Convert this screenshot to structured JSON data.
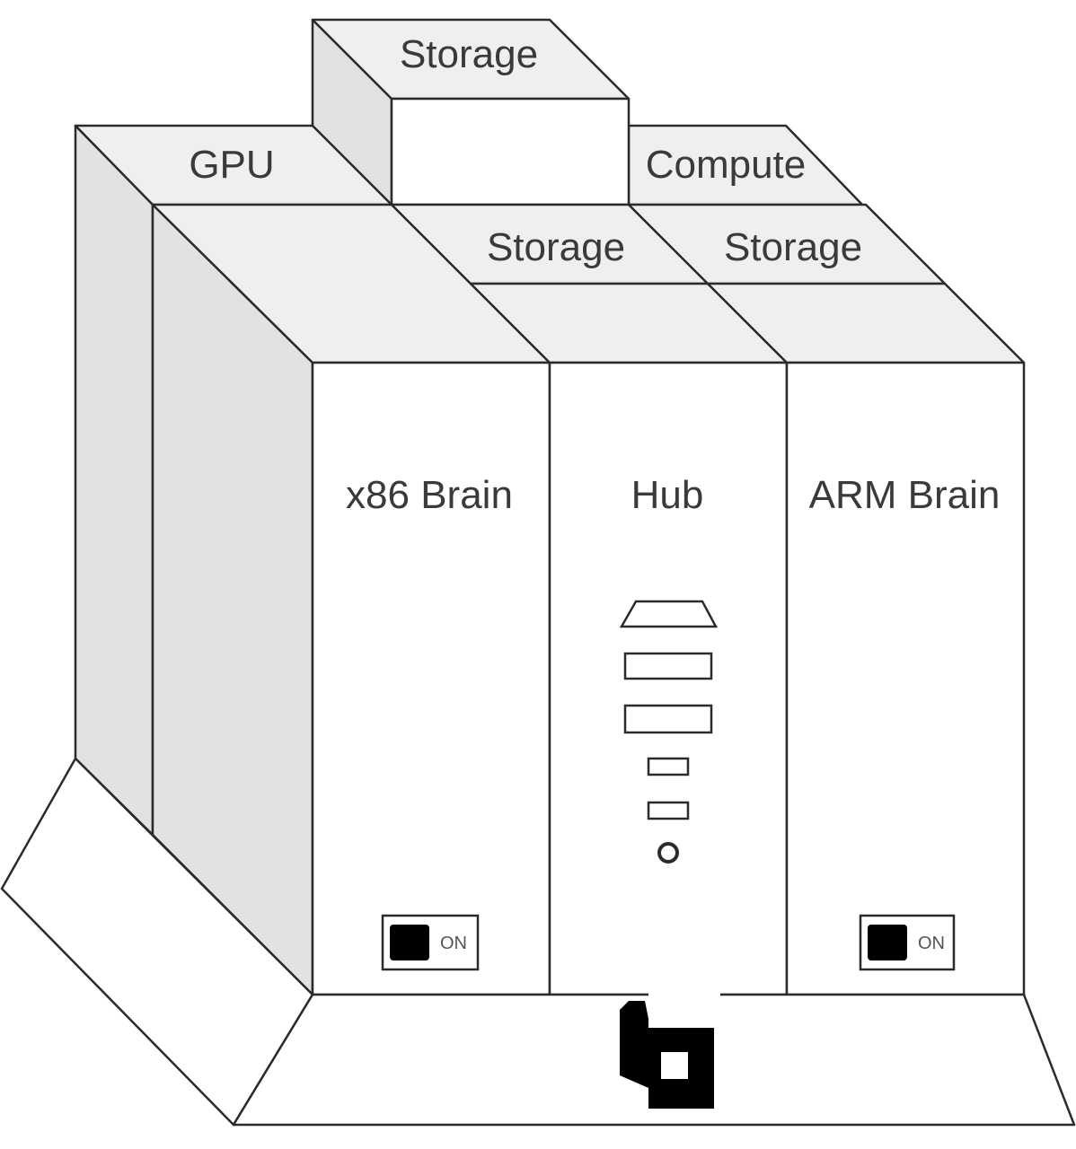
{
  "labels": {
    "storage_top": "Storage",
    "gpu": "GPU",
    "compute": "Compute",
    "storage_left": "Storage",
    "storage_right": "Storage",
    "x86_brain": "x86 Brain",
    "hub": "Hub",
    "arm_brain": "ARM Brain",
    "switch_left": "ON",
    "switch_right": "ON"
  },
  "colors": {
    "face": "#ffffff",
    "top_face": "#efefef",
    "side_face": "#e2e2e2",
    "stroke": "#2b2b2b",
    "switch_knob": "#000000"
  }
}
